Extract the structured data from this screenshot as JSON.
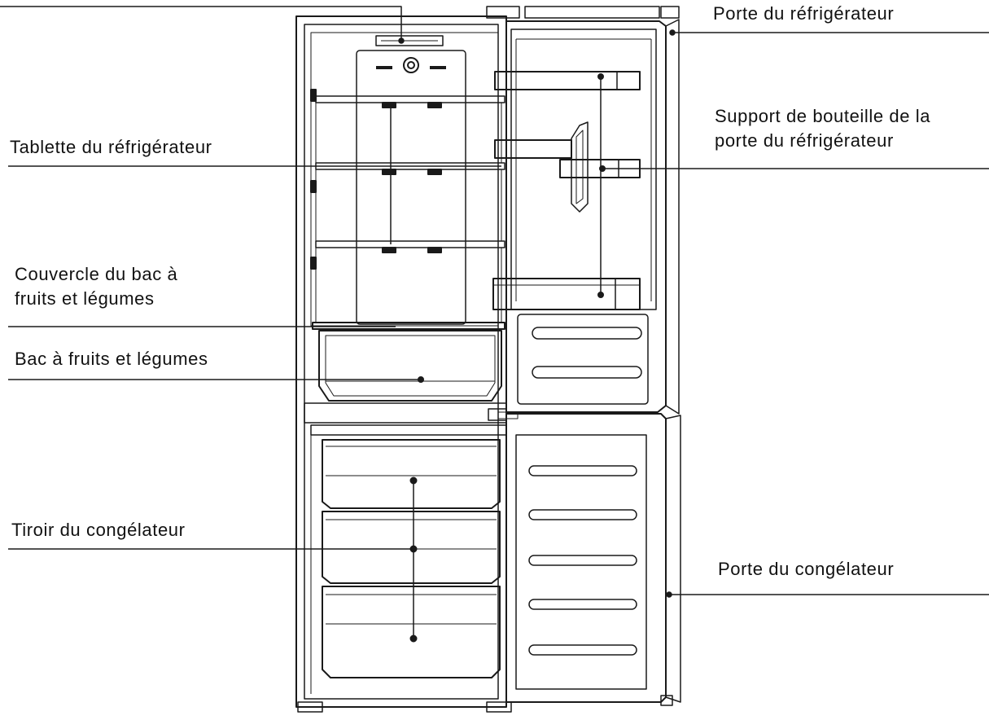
{
  "labels": {
    "fridge_door": "Porte du réfrigérateur",
    "bottle_holder_line1": "Support de bouteille de la",
    "bottle_holder_line2": "porte du réfrigérateur",
    "fridge_shelf": "Tablette du réfrigérateur",
    "crisper_cover_line1": "Couvercle du bac à",
    "crisper_cover_line2": "fruits et légumes",
    "crisper": "Bac à fruits et légumes",
    "freezer_drawer": "Tiroir du congélateur",
    "freezer_door": "Porte du congélateur"
  },
  "colors": {
    "line": "#1a1a1a",
    "text": "#111111",
    "background": "#ffffff"
  }
}
